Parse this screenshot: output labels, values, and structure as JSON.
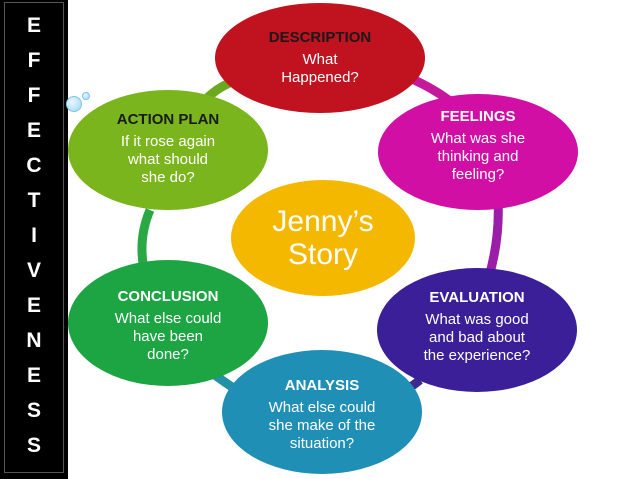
{
  "side_bar": {
    "letters": [
      "E",
      "F",
      "F",
      "E",
      "C",
      "T",
      "I",
      "V",
      "E",
      "N",
      "E",
      "S",
      "S"
    ]
  },
  "center": {
    "line1": "Jenny’s",
    "line2": "Story"
  },
  "nodes": {
    "description": {
      "heading": "DESCRIPTION",
      "lines": [
        "What",
        "Happened?"
      ],
      "color": "#c0121f"
    },
    "feelings": {
      "heading": "FEELINGS",
      "lines": [
        "What was she",
        "thinking and",
        "feeling?"
      ],
      "color": "#d10fa5"
    },
    "evaluation": {
      "heading": "EVALUATION",
      "lines": [
        "What was good",
        "and bad about",
        "the experience?"
      ],
      "color": "#3a1f99"
    },
    "analysis": {
      "heading": "ANALYSIS",
      "lines": [
        "What else could",
        "she make of the",
        "situation?"
      ],
      "color": "#1f8fb5"
    },
    "conclusion": {
      "heading": "CONCLUSION",
      "lines": [
        "What else could",
        "have been",
        "done?"
      ],
      "color": "#1ca542"
    },
    "action_plan": {
      "heading": "ACTION PLAN",
      "lines": [
        "If it rose again",
        "what should",
        "she do?"
      ],
      "color": "#7ab51d"
    }
  },
  "center_color": "#f5b800"
}
